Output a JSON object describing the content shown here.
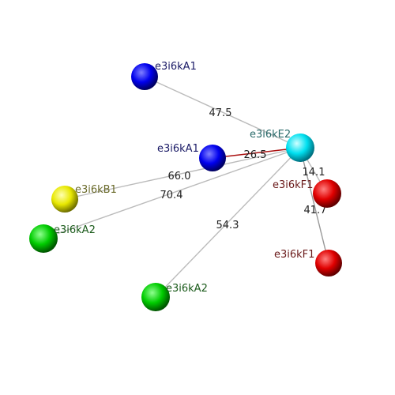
{
  "nodes": [
    {
      "id": "A1_top",
      "label": "e3i6kA1",
      "color": "blue",
      "label_color": "#1a1a66"
    },
    {
      "id": "E2",
      "label": "e3i6kE2",
      "color": "cyan",
      "label_color": "#2a6a6a"
    },
    {
      "id": "A1_mid",
      "label": "e3i6kA1",
      "color": "blue",
      "label_color": "#1a1a66"
    },
    {
      "id": "F1_up",
      "label": "e3i6kF1",
      "color": "red",
      "label_color": "#6a1a1a"
    },
    {
      "id": "B1",
      "label": "e3i6kB1",
      "color": "yellow",
      "label_color": "#6a6a2a"
    },
    {
      "id": "A2_left",
      "label": "e3i6kA2",
      "color": "green",
      "label_color": "#1a5a1a"
    },
    {
      "id": "F1_low",
      "label": "e3i6kF1",
      "color": "red",
      "label_color": "#6a1a1a"
    },
    {
      "id": "A2_bot",
      "label": "e3i6kA2",
      "color": "green",
      "label_color": "#1a5a1a"
    }
  ],
  "edges": [
    {
      "from": "A1_top",
      "to": "E2",
      "label": "47.5",
      "color": "#bbbbbb"
    },
    {
      "from": "A1_mid",
      "to": "E2",
      "label": "26.5",
      "color": "#aa1111"
    },
    {
      "from": "B1",
      "to": "E2",
      "label": "66.0",
      "color": "#bbbbbb"
    },
    {
      "from": "A2_left",
      "to": "E2",
      "label": "70.4",
      "color": "#bbbbbb"
    },
    {
      "from": "A2_bot",
      "to": "E2",
      "label": "54.3",
      "color": "#bbbbbb"
    },
    {
      "from": "E2",
      "to": "F1_up",
      "label": "14.1",
      "color": "#bbbbbb"
    },
    {
      "from": "E2",
      "to": "F1_low",
      "label": "41.7",
      "color": "#999999"
    }
  ],
  "palette": {
    "blue": {
      "light": "#8080ff",
      "base": "#0000ee",
      "dark": "#000060"
    },
    "cyan": {
      "light": "#d0ffff",
      "base": "#00e0f0",
      "dark": "#007080"
    },
    "red": {
      "light": "#ff8080",
      "base": "#e00000",
      "dark": "#600000"
    },
    "yellow": {
      "light": "#ffffb0",
      "base": "#e8e800",
      "dark": "#707000"
    },
    "green": {
      "light": "#90ff90",
      "base": "#00cc00",
      "dark": "#005500"
    }
  }
}
